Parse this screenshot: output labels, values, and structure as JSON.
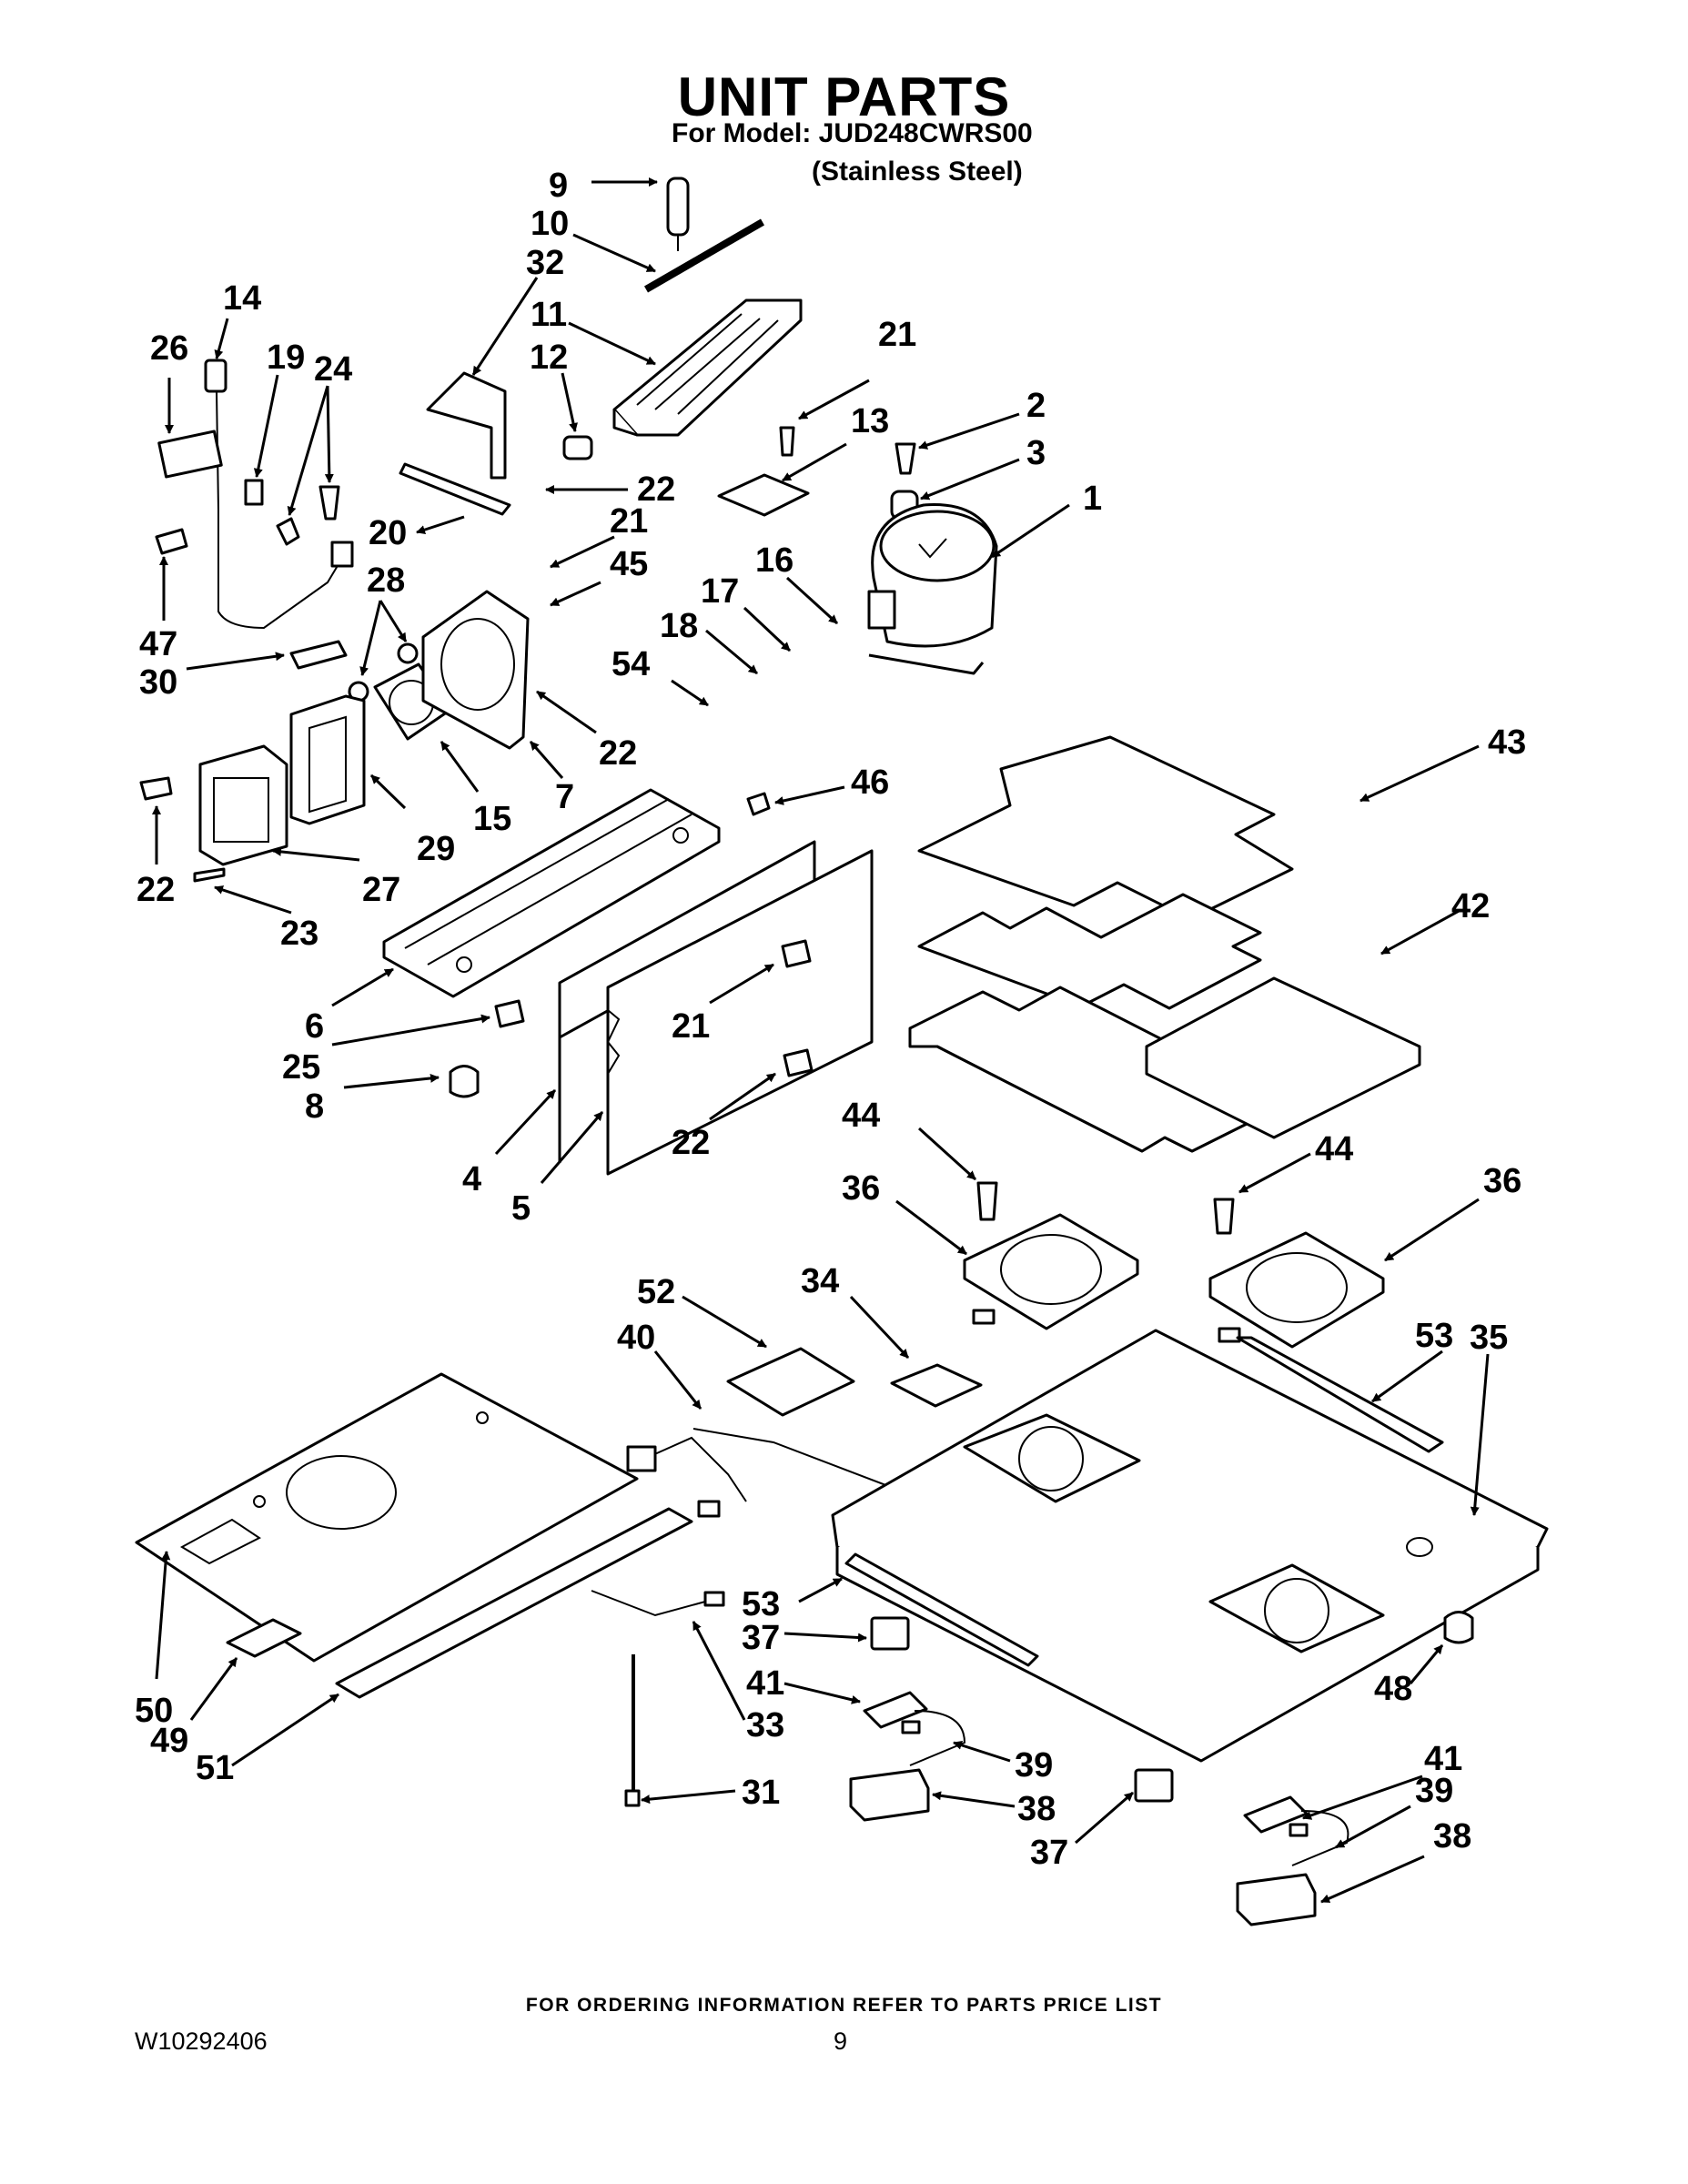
{
  "header": {
    "title": "UNIT PARTS",
    "model_line": "For Model: JUD248CWRS00",
    "variant": "(Stainless Steel)"
  },
  "footer": {
    "note": "FOR ORDERING INFORMATION REFER TO PARTS PRICE LIST",
    "document_number": "W10292406",
    "page_number": "9"
  },
  "callouts": [
    "9",
    "10",
    "32",
    "11",
    "14",
    "26",
    "19",
    "24",
    "12",
    "21",
    "2",
    "13",
    "3",
    "22",
    "1",
    "20",
    "21",
    "45",
    "16",
    "28",
    "17",
    "47",
    "18",
    "54",
    "30",
    "22",
    "7",
    "15",
    "43",
    "29",
    "46",
    "22",
    "27",
    "23",
    "42",
    "6",
    "21",
    "25",
    "8",
    "22",
    "4",
    "5",
    "44",
    "44",
    "36",
    "36",
    "34",
    "52",
    "40",
    "53",
    "35",
    "53",
    "37",
    "48",
    "50",
    "49",
    "41",
    "33",
    "51",
    "39",
    "31",
    "38",
    "41",
    "39",
    "37",
    "38"
  ]
}
